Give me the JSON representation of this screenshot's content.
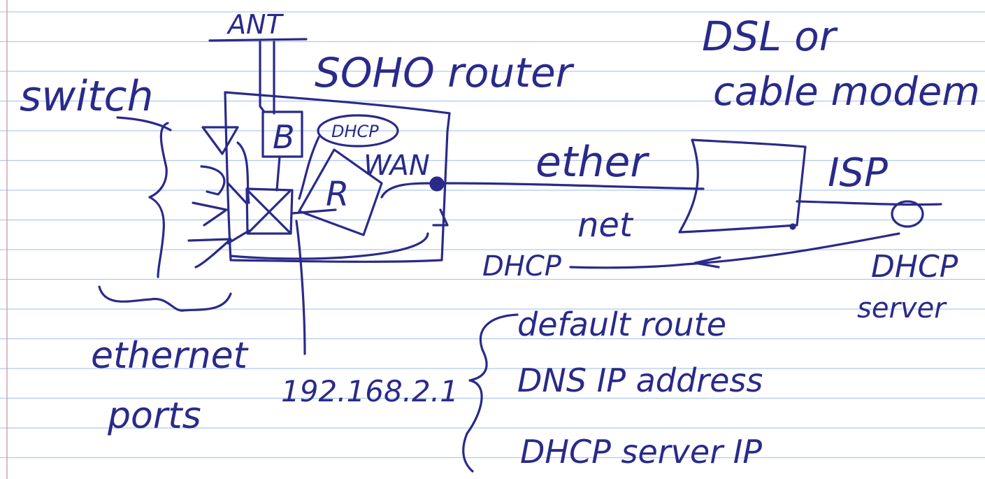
{
  "paper": {
    "line_color": "#aec9ef",
    "margin_color": "#d8a0ac",
    "background": "#ffffff"
  },
  "ink_color": "#2a2a8a",
  "labels": {
    "ant": "ANT",
    "router": "SOHO router",
    "dsl": "DSL or",
    "cable_modem": "cable modem",
    "switch": "switch",
    "bridge": "B",
    "dhcp_bubble": "DHCP",
    "wan": "WAN",
    "router_box": "R",
    "ether_top": "ether",
    "ether_bottom": "net",
    "isp": "ISP",
    "dhcp_wan": "DHCP",
    "dhcp_server_1": "DHCP",
    "dhcp_server_2": "server",
    "ethernet_ports_1": "ethernet",
    "ethernet_ports_2": "ports",
    "ip_address": "192.168.2.1",
    "brace_item_1": "default route",
    "brace_item_2": "DNS IP address",
    "brace_item_3": "DHCP server IP"
  }
}
